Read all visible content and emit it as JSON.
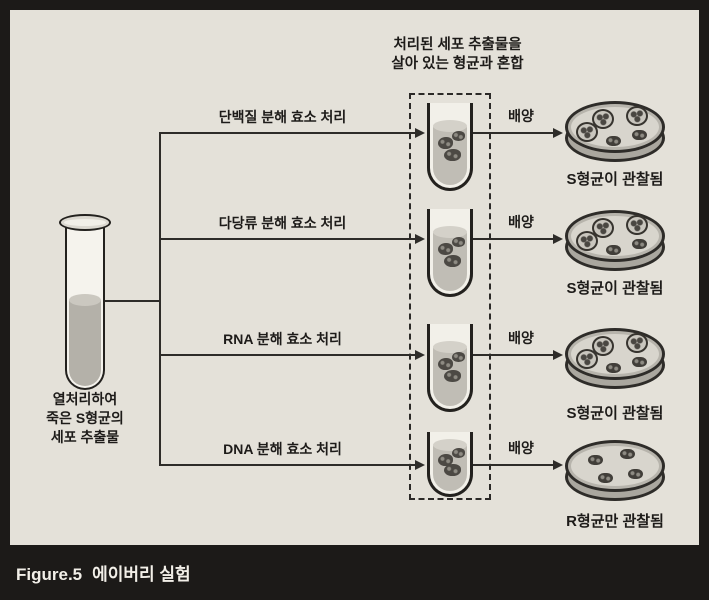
{
  "figure": {
    "caption_label": "Figure.5",
    "caption_title": "에이버리 실험"
  },
  "source": {
    "lines": [
      "열처리하여",
      "죽은 S형균의",
      "세포 추출물"
    ]
  },
  "mix_box": {
    "lines": [
      "처리된 세포 추출물을",
      "살아 있는 형균과 혼합"
    ]
  },
  "rows": [
    {
      "treatment": "단백질 분해 효소 처리",
      "culture": "배양",
      "result": "S형균이 관찰됨",
      "dish_type": "S"
    },
    {
      "treatment": "다당류 분해 효소 처리",
      "culture": "배양",
      "result": "S형균이 관찰됨",
      "dish_type": "S"
    },
    {
      "treatment": "RNA 분해 효소 처리",
      "culture": "배양",
      "result": "S형균이 관찰됨",
      "dish_type": "S"
    },
    {
      "treatment": "DNA 분해 효소 처리",
      "culture": "배양",
      "result": "R형균만 관찰됨",
      "dish_type": "R"
    }
  ],
  "colors": {
    "panel": "#e4e1d9",
    "frame": "#1c1a18",
    "line": "#2e2c29",
    "liquid": "#b4b1a9",
    "colony_dark": "#413e39"
  }
}
